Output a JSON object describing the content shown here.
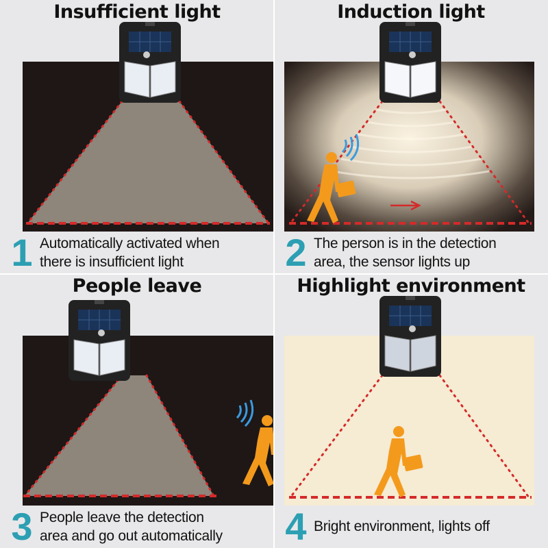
{
  "panels": [
    {
      "title": "Insufficient light",
      "number": "1",
      "caption_line1": "Automatically activated when",
      "caption_line2": "there is insufficient light"
    },
    {
      "title": "Induction light",
      "number": "2",
      "caption_line1": "The person is in the detection",
      "caption_line2": "area, the sensor lights up"
    },
    {
      "title": "People leave",
      "number": "3",
      "caption_line1": "People leave the detection",
      "caption_line2": "area and go out automatically"
    },
    {
      "title": "Highlight environment",
      "number": "4",
      "caption_line1": "Bright environment, lights off"
    }
  ],
  "colors": {
    "accent_number": "#2c9fb3",
    "night_background": "#1e1716",
    "day_background": "#f6ebd3",
    "beam": "#8e857b",
    "detection_line": "#d42a2a",
    "person": "#f39a1c",
    "signal": "#3a9be0"
  },
  "icons": [
    "solar-lamp-icon",
    "person-icon",
    "motion-signal-icon",
    "arrow-right-icon"
  ]
}
